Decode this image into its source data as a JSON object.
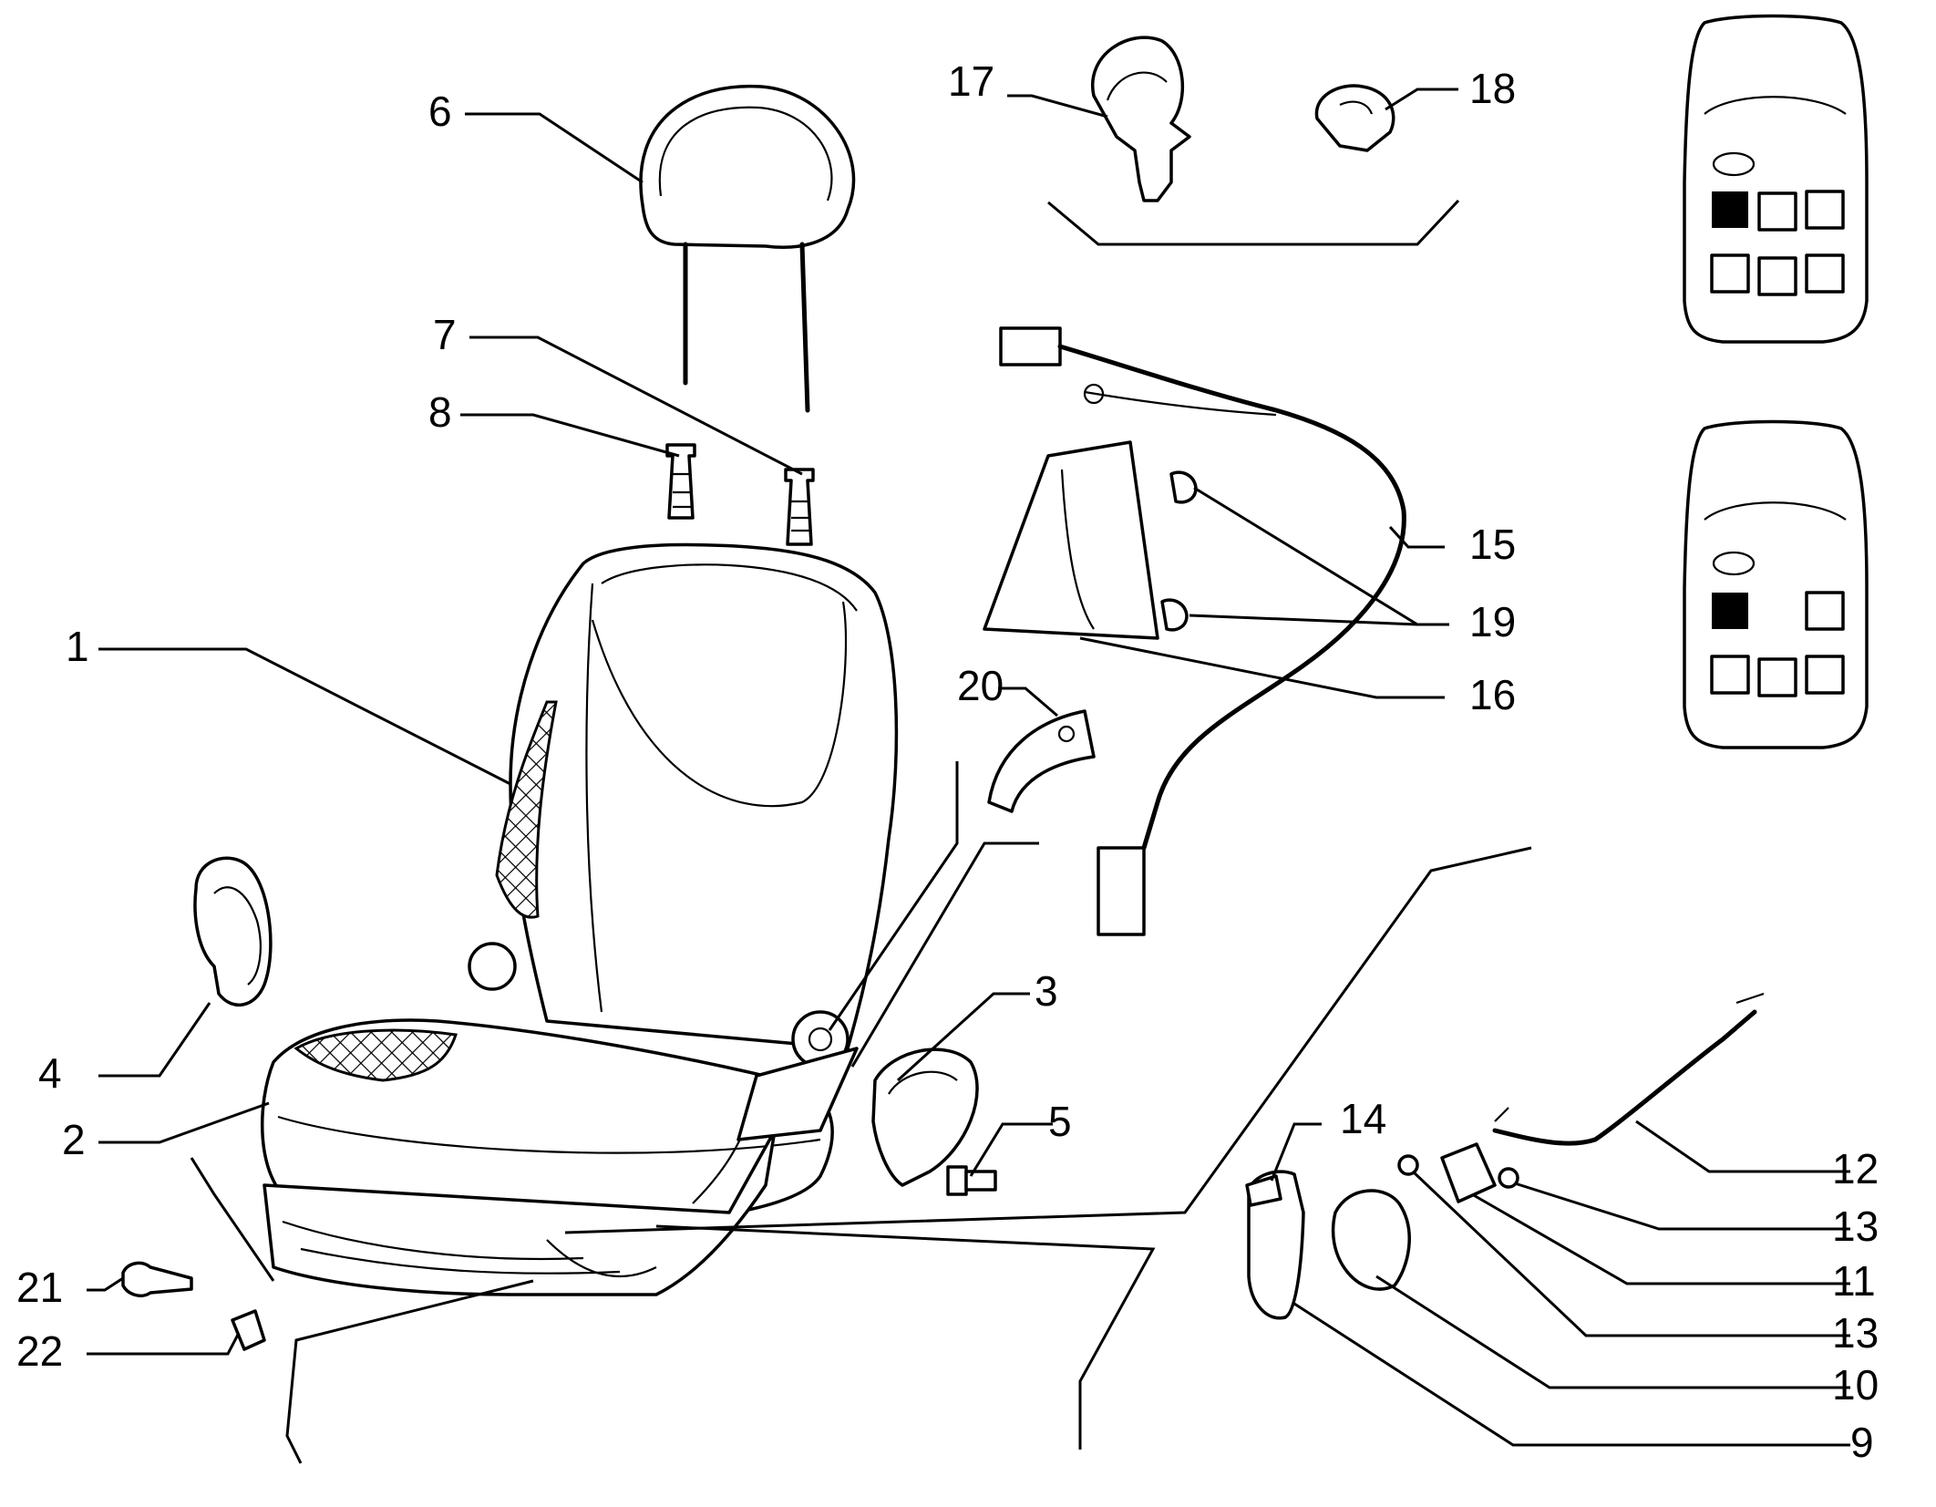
{
  "callouts": [
    "1",
    "2",
    "3",
    "4",
    "5",
    "6",
    "7",
    "8",
    "9",
    "10",
    "11",
    "12",
    "13",
    "13",
    "14",
    "15",
    "16",
    "17",
    "18",
    "19",
    "20",
    "21",
    "22"
  ],
  "icons": [
    "seat-assembly-drawing",
    "headrest-drawing",
    "car-top-view-icon"
  ],
  "colors": {
    "ink": "#000000",
    "paper": "#ffffff"
  }
}
